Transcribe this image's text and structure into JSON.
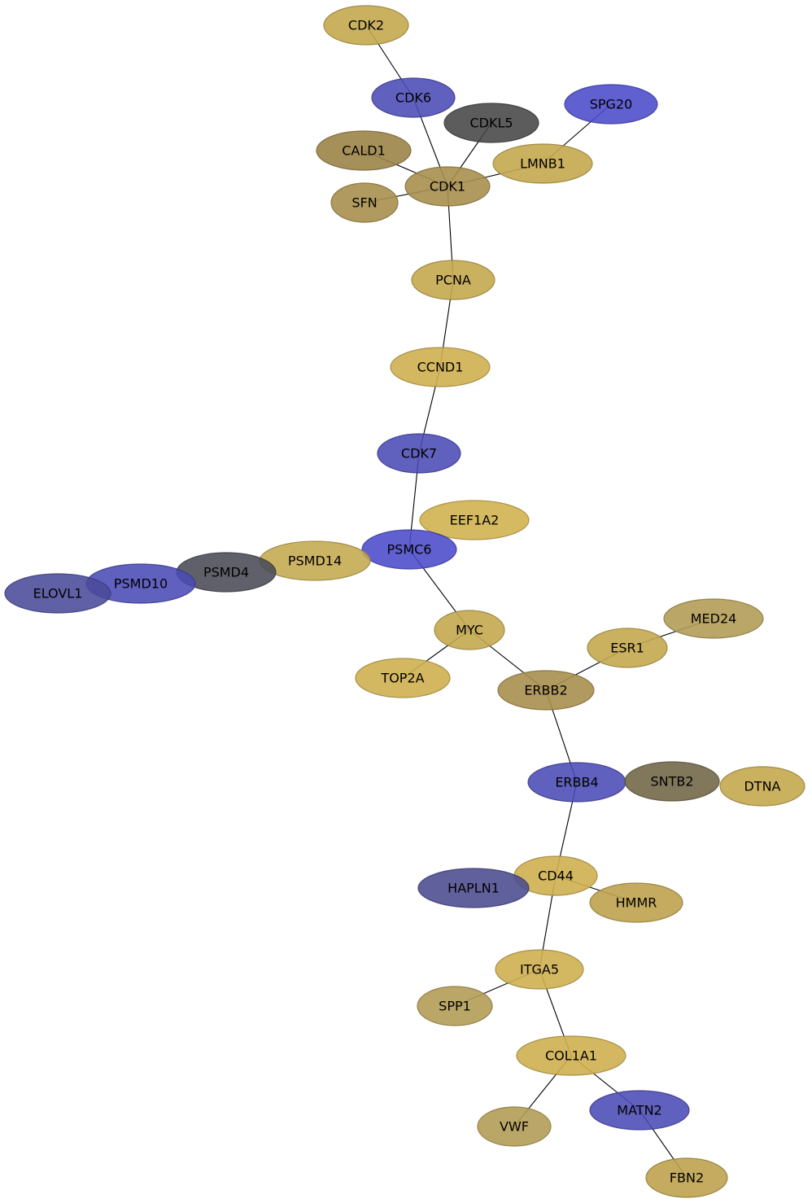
{
  "network": {
    "nodes": [
      {
        "id": "CDK2",
        "label": "CDK2",
        "color": "#c4a94f",
        "alpha": 0.9
      },
      {
        "id": "CDK6",
        "label": "CDK6",
        "color": "#4a4ab5",
        "alpha": 0.88
      },
      {
        "id": "CDKL5",
        "label": "CDKL5",
        "color": "#454545",
        "alpha": 0.88
      },
      {
        "id": "SPG20",
        "label": "SPG20",
        "color": "#4a4ac9",
        "alpha": 0.88
      },
      {
        "id": "CALD1",
        "label": "CALD1",
        "color": "#9c8448",
        "alpha": 0.9
      },
      {
        "id": "LMNB1",
        "label": "LMNB1",
        "color": "#c4a94f",
        "alpha": 0.9
      },
      {
        "id": "CDK1",
        "label": "CDK1",
        "color": "#a88f4e",
        "alpha": 0.9
      },
      {
        "id": "SFN",
        "label": "SFN",
        "color": "#a88f4e",
        "alpha": 0.9
      },
      {
        "id": "PCNA",
        "label": "PCNA",
        "color": "#c4a94f",
        "alpha": 0.9
      },
      {
        "id": "CCND1",
        "label": "CCND1",
        "color": "#cfb050",
        "alpha": 0.9
      },
      {
        "id": "CDK7",
        "label": "CDK7",
        "color": "#4a4ab5",
        "alpha": 0.88
      },
      {
        "id": "EEF1A2",
        "label": "EEF1A2",
        "color": "#d2b350",
        "alpha": 0.9
      },
      {
        "id": "PSMC6",
        "label": "PSMC6",
        "color": "#4a4ac9",
        "alpha": 0.88
      },
      {
        "id": "PSMD14",
        "label": "PSMD14",
        "color": "#c4a94f",
        "alpha": 0.88
      },
      {
        "id": "PSMD4",
        "label": "PSMD4",
        "color": "#4a4a55",
        "alpha": 0.88
      },
      {
        "id": "PSMD10",
        "label": "PSMD10",
        "color": "#4a4ab5",
        "alpha": 0.88
      },
      {
        "id": "ELOVL1",
        "label": "ELOVL1",
        "color": "#4a4a9a",
        "alpha": 0.88
      },
      {
        "id": "MYC",
        "label": "MYC",
        "color": "#c4a94f",
        "alpha": 0.9
      },
      {
        "id": "MED24",
        "label": "MED24",
        "color": "#b39d56",
        "alpha": 0.9
      },
      {
        "id": "ESR1",
        "label": "ESR1",
        "color": "#c4a94f",
        "alpha": 0.9
      },
      {
        "id": "TOP2A",
        "label": "TOP2A",
        "color": "#cfb050",
        "alpha": 0.9
      },
      {
        "id": "ERBB2",
        "label": "ERBB2",
        "color": "#a88f4e",
        "alpha": 0.9
      },
      {
        "id": "ERBB4",
        "label": "ERBB4",
        "color": "#4a4ab5",
        "alpha": 0.88
      },
      {
        "id": "SNTB2",
        "label": "SNTB2",
        "color": "#706545",
        "alpha": 0.88
      },
      {
        "id": "DTNA",
        "label": "DTNA",
        "color": "#c4a94f",
        "alpha": 0.9
      },
      {
        "id": "CD44",
        "label": "CD44",
        "color": "#cfb050",
        "alpha": 0.9
      },
      {
        "id": "HAPLN1",
        "label": "HAPLN1",
        "color": "#4a4a8e",
        "alpha": 0.88
      },
      {
        "id": "HMMR",
        "label": "HMMR",
        "color": "#bea24e",
        "alpha": 0.9
      },
      {
        "id": "ITGA5",
        "label": "ITGA5",
        "color": "#cfb050",
        "alpha": 0.9
      },
      {
        "id": "SPP1",
        "label": "SPP1",
        "color": "#b39d56",
        "alpha": 0.9
      },
      {
        "id": "COL1A1",
        "label": "COL1A1",
        "color": "#cfb050",
        "alpha": 0.9
      },
      {
        "id": "VWF",
        "label": "VWF",
        "color": "#b39d56",
        "alpha": 0.9
      },
      {
        "id": "MATN2",
        "label": "MATN2",
        "color": "#4a4ab5",
        "alpha": 0.88
      },
      {
        "id": "FBN2",
        "label": "FBN2",
        "color": "#bea24e",
        "alpha": 0.9
      }
    ],
    "edges": [
      [
        "CDK2",
        "CDK6"
      ],
      [
        "CDK6",
        "CDK1"
      ],
      [
        "CDKL5",
        "CDK1"
      ],
      [
        "CALD1",
        "CDK1"
      ],
      [
        "SFN",
        "CDK1"
      ],
      [
        "LMNB1",
        "CDK1"
      ],
      [
        "SPG20",
        "LMNB1"
      ],
      [
        "CDK1",
        "PCNA"
      ],
      [
        "PCNA",
        "CCND1"
      ],
      [
        "CCND1",
        "CDK7"
      ],
      [
        "CDK7",
        "PSMC6"
      ],
      [
        "PSMC6",
        "MYC"
      ],
      [
        "MYC",
        "TOP2A"
      ],
      [
        "MYC",
        "ERBB2"
      ],
      [
        "ERBB2",
        "ESR1"
      ],
      [
        "ESR1",
        "MED24"
      ],
      [
        "ERBB2",
        "ERBB4"
      ],
      [
        "ERBB4",
        "CD44"
      ],
      [
        "CD44",
        "HMMR"
      ],
      [
        "CD44",
        "ITGA5"
      ],
      [
        "ITGA5",
        "SPP1"
      ],
      [
        "ITGA5",
        "COL1A1"
      ],
      [
        "COL1A1",
        "VWF"
      ],
      [
        "COL1A1",
        "MATN2"
      ],
      [
        "MATN2",
        "FBN2"
      ]
    ]
  }
}
